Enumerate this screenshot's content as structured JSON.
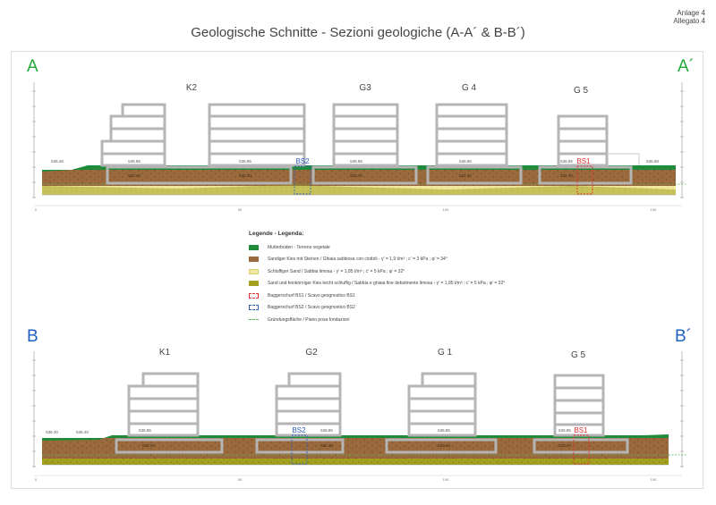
{
  "annex": {
    "line1": "Anlage 4",
    "line2": "Allegato 4"
  },
  "title": "Geologische Schnitte - Sezioni geologiche (A-A´ & B-B´)",
  "sections": {
    "a": {
      "left": "A",
      "right": "A´",
      "buildings": [
        "K2",
        "G3",
        "G 4",
        "G 5"
      ],
      "boreholes": [
        "BS2",
        "BS1"
      ],
      "elev_labels": [
        "536.26",
        "536.85",
        "536.85",
        "536.85",
        "536.85",
        "536.85",
        "536.68"
      ],
      "found_labels": [
        "532.40",
        "532.40",
        "532.40",
        "532.40",
        "532.40"
      ],
      "axis_ticks": [
        "0",
        "50",
        "100",
        "150"
      ]
    },
    "b": {
      "left": "B",
      "right": "B´",
      "buildings": [
        "K1",
        "G2",
        "G 1",
        "G 5"
      ],
      "boreholes": [
        "BS2",
        "BS1"
      ],
      "elev_labels": [
        "536.30",
        "536.40",
        "536.85",
        "536.85",
        "536.85",
        "536.85"
      ],
      "found_labels": [
        "532.40",
        "532.40",
        "532.40",
        "532.40"
      ],
      "axis_ticks": [
        "0",
        "50",
        "100",
        "150"
      ]
    }
  },
  "legend": {
    "title": "Legende - Legenda:",
    "items": [
      {
        "text": "Mutterboden - Terreno vegetale",
        "color": "#1e8a3a"
      },
      {
        "text": "Sandiger Kies mit Steinen / Ghiaia sabbiosa con ciottoli  -  γ' = 1,9 t/m³ ; c' = 3 kPa ; φ' = 34°",
        "color": "#9b6a3c"
      },
      {
        "text": "Schluffiger Sand / Sabbia limosa  -  γ' = 1,85 t/m³ ; c' = 5 kPa ; φ' = 32°",
        "color": "#f2e9a0"
      },
      {
        "text": "Sand und feinkörniger Kies leicht schluffig / Sabbia e ghiaia fine debolmente limosa - γ' = 1,85 t/m³ ; c' = 5 kPa ; φ' = 32°",
        "color": "#a3a11e"
      },
      {
        "text": "Baggerschurf BS1 / Scavo geognostico BS1",
        "color": "#e03030"
      },
      {
        "text": "Baggerschurf BS2 / Scavo geognostico BS2",
        "color": "#3060c0"
      },
      {
        "text": "Gründungsfläche / Piano posa fondazioni",
        "color": "#5cb85c"
      }
    ]
  }
}
